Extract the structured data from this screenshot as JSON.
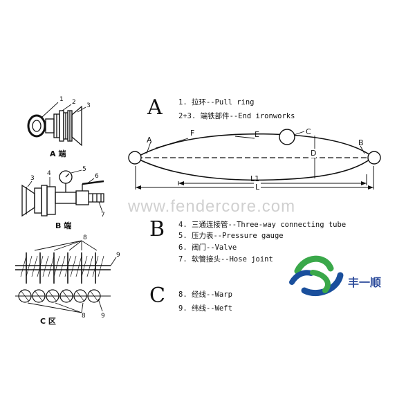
{
  "sections": {
    "a": {
      "letter": "A",
      "legend": [
        "1. 拉环--Pull ring",
        "2+3. 端铁部件--End ironworks"
      ],
      "caption": "A 端"
    },
    "b": {
      "letter": "B",
      "legend": [
        "4. 三通连接管--Three-way connecting tube",
        "5. 压力表--Pressure gauge",
        "6. 阀门--Valve",
        "7. 软管接头--Hose joint"
      ],
      "caption": "B 端"
    },
    "c": {
      "letter": "C",
      "legend": [
        "8. 经线--Warp",
        "9. 纬线--Weft"
      ],
      "caption": "C 区"
    }
  },
  "main_diagram": {
    "labels": {
      "a": "A",
      "b": "B",
      "c": "C",
      "d": "D",
      "e": "E",
      "f": "F",
      "l1": "L1",
      "l": "L"
    }
  },
  "detail_numbers": {
    "n1": "1",
    "n2": "2",
    "n3": "3",
    "n4": "4",
    "n5": "5",
    "n6": "6",
    "n7": "7",
    "n8a": "8",
    "n8b": "8",
    "n9a": "9",
    "n9b": "9"
  },
  "watermark": "www.fendercore.com",
  "brand": {
    "name": "丰一顺",
    "colors": {
      "blue": "#1a4f9c",
      "green": "#3aa84a"
    }
  }
}
